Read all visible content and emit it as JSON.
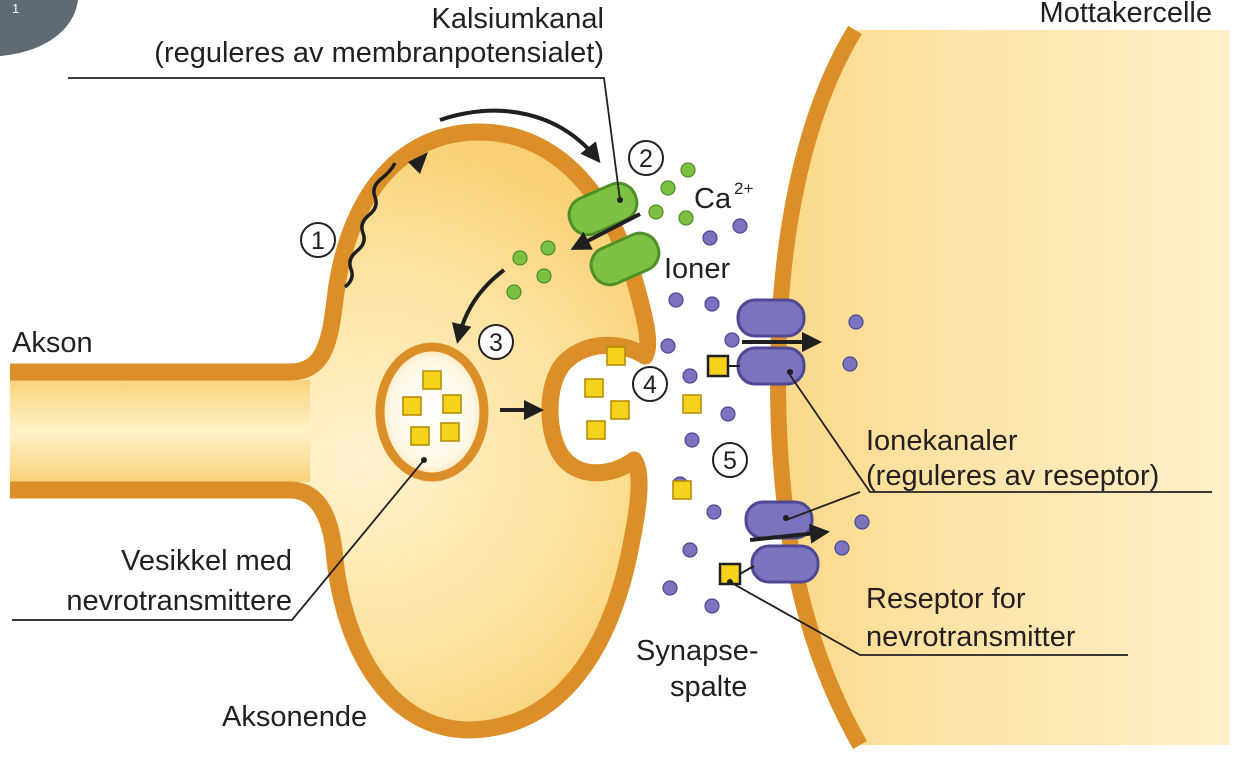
{
  "page_badge": "1",
  "labels": {
    "calcium_channel_line1": "Kalsiumkanal",
    "calcium_channel_line2": "(reguleres av membranpotensialet)",
    "receiving_cell": "Mottakercelle",
    "axon": "Akson",
    "calcium_ion": "Ca",
    "calcium_charge": "2+",
    "ions": "Ioner",
    "ion_channels_line1": "Ionekanaler",
    "ion_channels_line2": "(reguleres av reseptor)",
    "vesicle_line1": "Vesikkel med",
    "vesicle_line2": "nevrotransmittere",
    "receptor_line1": "Reseptor for",
    "receptor_line2": "nevrotransmitter",
    "synaptic_cleft_line1": "Synapse-",
    "synaptic_cleft_line2": "spalte",
    "axon_terminal": "Aksonende"
  },
  "steps": [
    "1",
    "2",
    "3",
    "4",
    "5"
  ],
  "colors": {
    "membrane": "#dc8f28",
    "cytoplasm": "#fbd98a",
    "cytoplasm_light": "#fff2cc",
    "calcium": "#7cc142",
    "calcium_dark": "#4f8f28",
    "ion": "#7a73bd",
    "ion_dark": "#4d4794",
    "transmitter": "#f5d21c",
    "transmitter_edge": "#b08a00",
    "badge": "#5f6b74"
  }
}
